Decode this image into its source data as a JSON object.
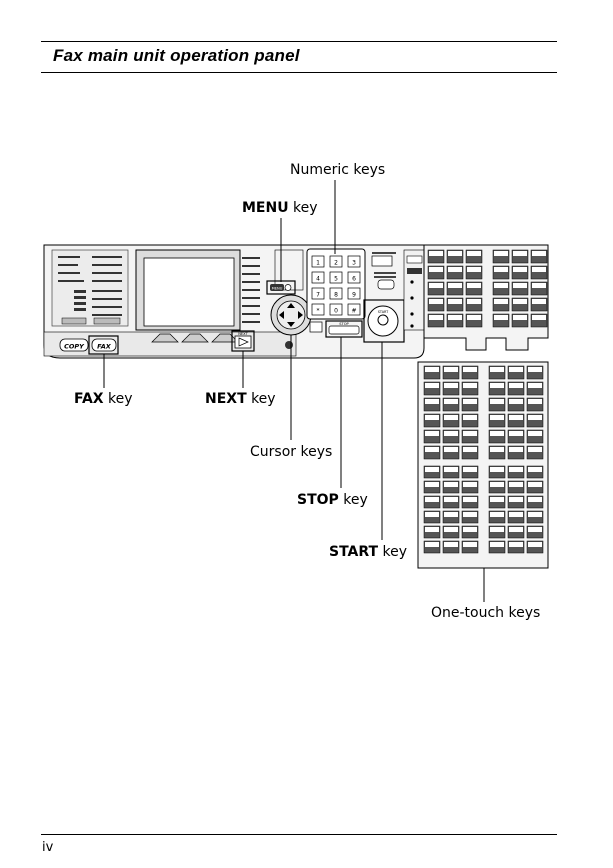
{
  "header": {
    "title": "Fax main unit operation panel"
  },
  "callouts": {
    "numeric_keys": "Numeric keys",
    "menu_key_bold": "MENU",
    "menu_key_rest": " key",
    "fax_key_bold": "FAX",
    "fax_key_rest": " key",
    "next_key_bold": "NEXT",
    "next_key_rest": " key",
    "cursor_keys": "Cursor keys",
    "stop_key_bold": "STOP",
    "stop_key_rest": " key",
    "start_key_bold": "START",
    "start_key_rest": " key",
    "one_touch_keys": "One-touch keys"
  },
  "panel": {
    "copy_label": "COPY",
    "fax_label": "FAX",
    "menu_label": "MENU",
    "next_label": "NEXT",
    "stop_label": "STOP",
    "start_label": "START",
    "numeric_keys": [
      "1",
      "2",
      "3",
      "4",
      "5",
      "6",
      "7",
      "8",
      "9",
      "*",
      "0",
      "#"
    ]
  },
  "footer": {
    "page_number": "iv"
  }
}
